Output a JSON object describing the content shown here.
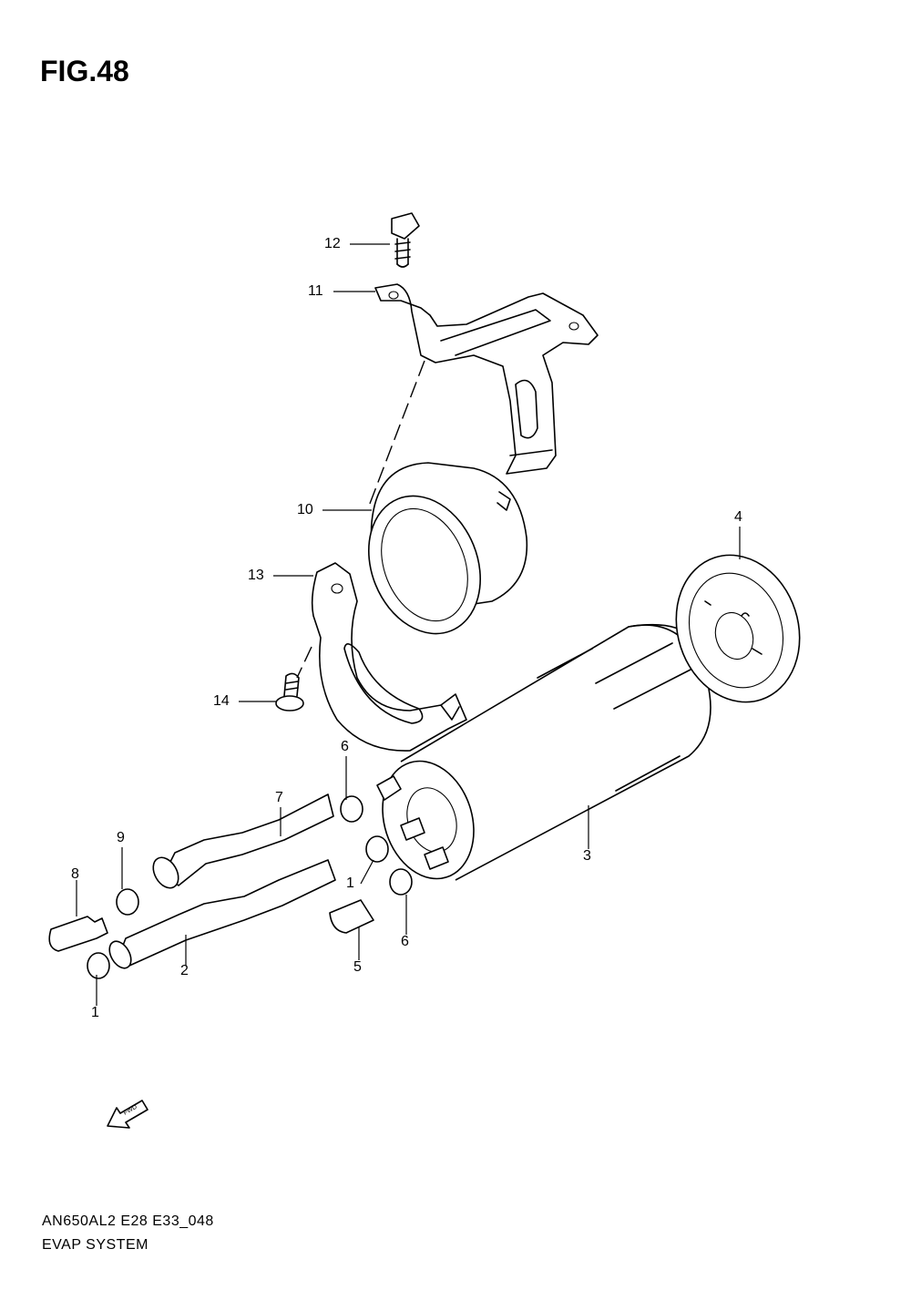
{
  "figure": {
    "title": "FIG.48"
  },
  "callouts": {
    "c12": "12",
    "c11": "11",
    "c10": "10",
    "c13": "13",
    "c14": "14",
    "c4": "4",
    "c3": "3",
    "c6a": "6",
    "c7": "7",
    "c9": "9",
    "c8": "8",
    "c1a": "1",
    "c1b": "1",
    "c2": "2",
    "c5": "5",
    "c6b": "6"
  },
  "fwd_label": "FWD",
  "footer": {
    "model_code": "AN650AL2 E28 E33_048",
    "section_name": "EVAP SYSTEM"
  }
}
